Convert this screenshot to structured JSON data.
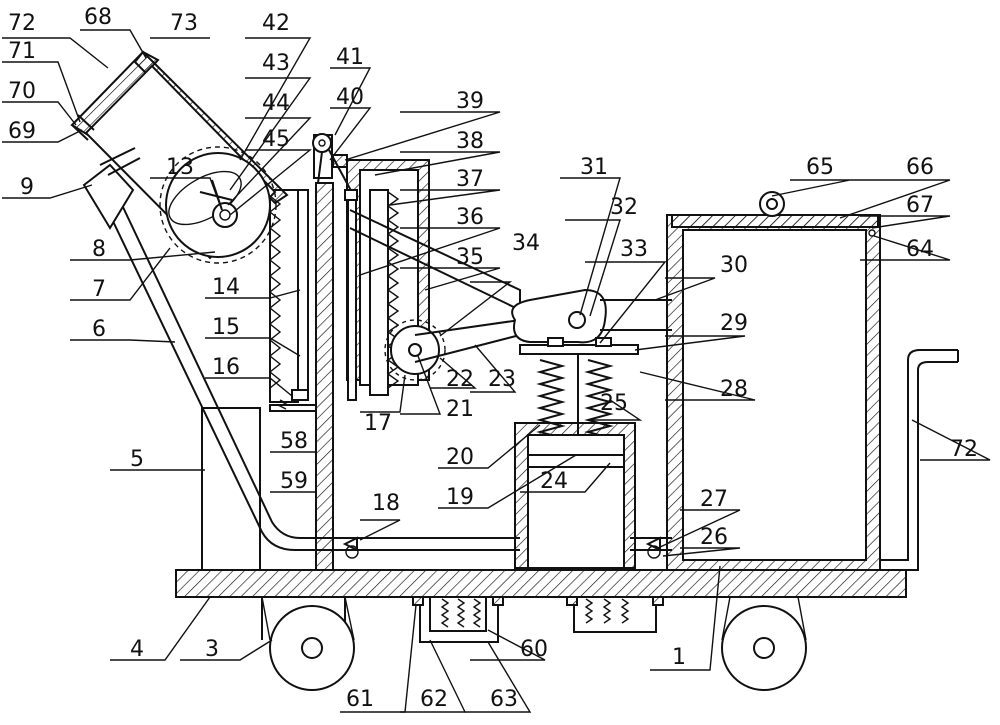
{
  "labels": [
    "72",
    "68",
    "73",
    "71",
    "70",
    "69",
    "9",
    "13",
    "42",
    "43",
    "44",
    "45",
    "8",
    "7",
    "6",
    "14",
    "15",
    "16",
    "5",
    "4",
    "3",
    "41",
    "40",
    "39",
    "38",
    "37",
    "36",
    "35",
    "34",
    "17",
    "22",
    "23",
    "21",
    "20",
    "19",
    "18",
    "24",
    "58",
    "59",
    "31",
    "32",
    "33",
    "30",
    "29",
    "28",
    "25",
    "27",
    "26",
    "1",
    "60",
    "61",
    "62",
    "63",
    "65",
    "66",
    "67",
    "64",
    "72"
  ]
}
